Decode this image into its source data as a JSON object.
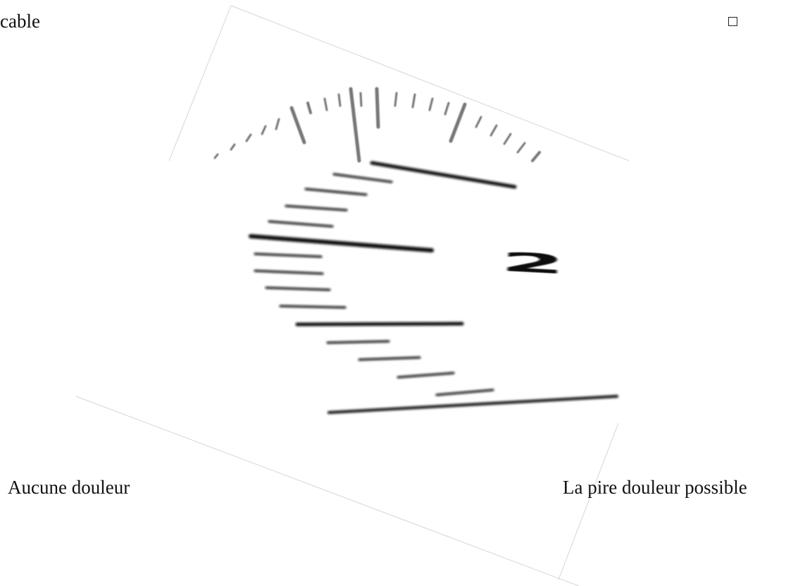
{
  "top_text": "cable",
  "scale_number": "2",
  "labels": {
    "left": "Aucune douleur",
    "right": "La pire douleur possible"
  },
  "icons": {
    "checkbox": "empty-checkbox-icon"
  },
  "colors": {
    "ink": "#111111",
    "faint_edge": "#cfcfcf"
  }
}
